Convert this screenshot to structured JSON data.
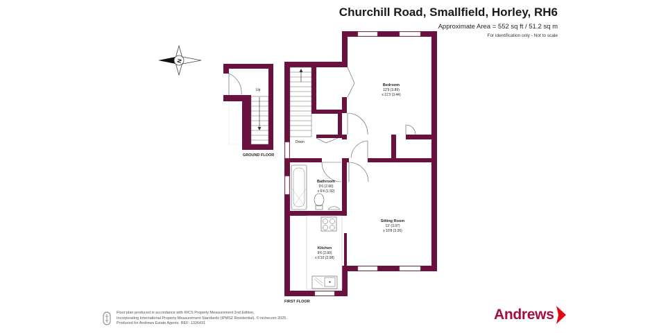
{
  "header": {
    "title": "Churchill Road, Smallfield, Horley, RH6",
    "area": "Approximate Area = 552 sq ft / 51.2 sq m",
    "identification": "For identification only - Not to scale"
  },
  "compass": {
    "letter": "N"
  },
  "ground_floor": {
    "label": "GROUND FLOOR",
    "stair_label": "Up"
  },
  "first_floor": {
    "label": "FIRST FLOOR",
    "stair_label": "Down",
    "rooms": [
      {
        "name": "Bedroom",
        "dim1": "12'9 (3.89)",
        "dim2": "x 11'3 (3.44)"
      },
      {
        "name": "Bathroom",
        "dim1": "9'6 (2.90)",
        "dim2": "x 6'4 (1.92)"
      },
      {
        "name": "Sitting Room",
        "dim1": "13' (3.97)",
        "dim2": "x 10'8 (3.26)"
      },
      {
        "name": "Kitchen",
        "dim1": "9'6 (2.90)",
        "dim2": "x 6'10 (2.08)"
      }
    ]
  },
  "footer": {
    "lines": [
      "Floor plan produced in accordance with RICS Property Measurement 2nd Edition,",
      "Incorporating International Property Measurement Standards (IPMS2 Residential).  © nichecom 2025.",
      "Produced for Andrews Estate Agents.   REF: 1336431"
    ],
    "brand": "Andrews"
  },
  "colors": {
    "wall": "#6a1140",
    "brand": "#a50d43"
  }
}
